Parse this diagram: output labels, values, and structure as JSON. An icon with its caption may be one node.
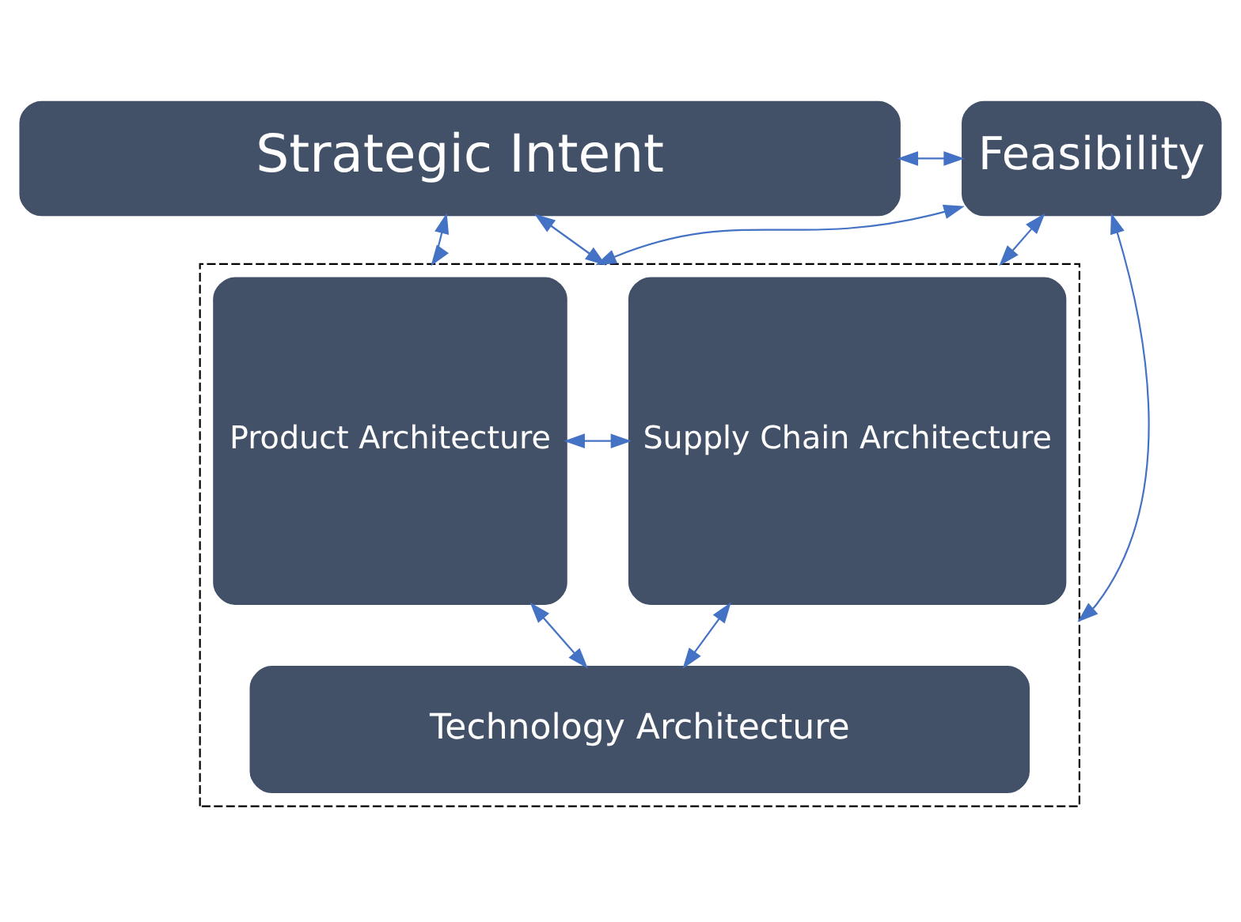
{
  "diagram": {
    "nodes": [
      {
        "text": [
          "Strategic Intent"
        ]
      },
      {
        "text": [
          "Feasibility"
        ]
      },
      {
        "text": [],
        "shape": "box"
      },
      {
        "text": [
          "Product Architecture"
        ],
        "in": 2
      },
      {
        "text": [
          "Supply Chain Architecture"
        ],
        "in": 2
      },
      {
        "text": [
          "Technology Architecture"
        ],
        "in": 2
      }
    ],
    "edges": [
      {
        "from": 0,
        "to": 1,
        "arrow": "both"
      },
      {
        "from": 0,
        "to": 2,
        "arrow": "both"
      },
      {
        "from": 0,
        "to": 2,
        "arrow": "both"
      },
      {
        "from": 2,
        "to": 1,
        "arrow": "both"
      },
      {
        "from": 2,
        "to": 1,
        "arrow": "both"
      },
      {
        "from": 2,
        "to": 1,
        "arrow": "both"
      },
      {
        "from": 3,
        "to": 4,
        "arrow": "both"
      },
      {
        "from": 3,
        "to": 5,
        "arrow": "both"
      },
      {
        "from": 4,
        "to": 5,
        "arrow": "both"
      }
    ]
  }
}
